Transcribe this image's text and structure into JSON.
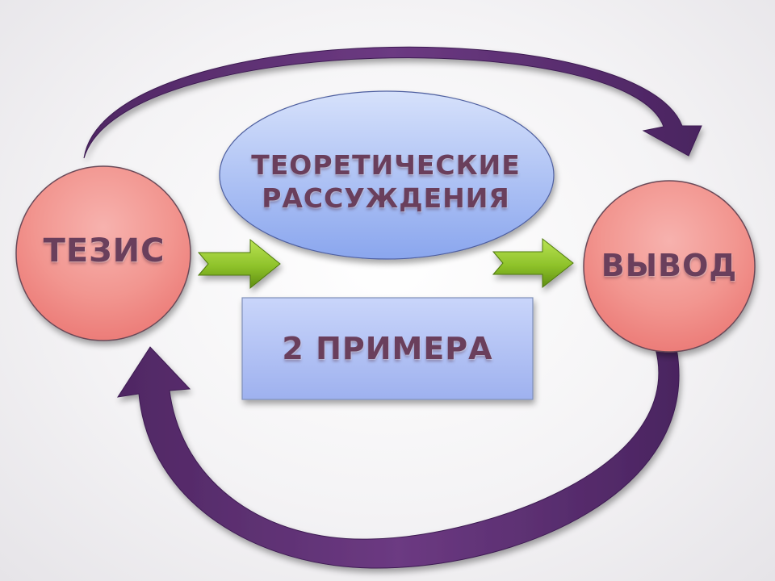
{
  "diagram": {
    "nodes": {
      "thesis": {
        "label": "ТЕЗИС",
        "shape": "circle",
        "fill": "#f08f8c"
      },
      "theory": {
        "line1": "ТЕОРЕТИЧЕСКИЕ",
        "line2": "РАССУЖДЕНИЯ",
        "shape": "ellipse",
        "fill": "#a3b9f2"
      },
      "examples": {
        "label": "2 ПРИМЕРА",
        "shape": "rectangle",
        "fill": "#a9baf0"
      },
      "conclusion": {
        "label": "ВЫВОД",
        "shape": "circle",
        "fill": "#f08f8c"
      }
    },
    "edges": [
      {
        "from": "thesis",
        "to": "theory",
        "style": "green-arrow"
      },
      {
        "from": "theory",
        "to": "conclusion",
        "style": "green-arrow"
      },
      {
        "from": "thesis",
        "to": "conclusion",
        "style": "purple-curved-arrow-top"
      },
      {
        "from": "conclusion",
        "to": "thesis",
        "style": "purple-curved-arrow-bottom"
      }
    ],
    "colors": {
      "purple_arrow": "#5a2d6e",
      "green_arrow": "#7fb51e",
      "text": "#6a3f5c"
    }
  }
}
